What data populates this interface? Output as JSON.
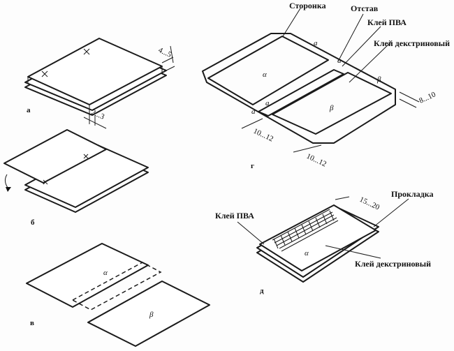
{
  "figures": {
    "a": {
      "label": "а",
      "dim_top": "4...5",
      "dim_bottom": "2...3"
    },
    "b": {
      "label": "б"
    },
    "v": {
      "label": "в",
      "sheet_alpha": "α",
      "sheet_beta": "β"
    },
    "g": {
      "label": "г",
      "callouts": [
        "Сторонка",
        "Отстав",
        "Клей ПВА",
        "Клей декстриновый"
      ],
      "part_alpha": "α",
      "part_beta": "β",
      "edge_marks": [
        "а",
        "а",
        "а",
        "а",
        "β"
      ],
      "dim_right": "8...10",
      "dim_left": "10...12",
      "dim_bottom": "10...12"
    },
    "d": {
      "label": "д",
      "callout_pva": "Клей ПВА",
      "callout_spacer": "Прокладка",
      "callout_dextrin": "Клей декстриновый",
      "dim": "15...20",
      "part_alpha": "α"
    }
  }
}
